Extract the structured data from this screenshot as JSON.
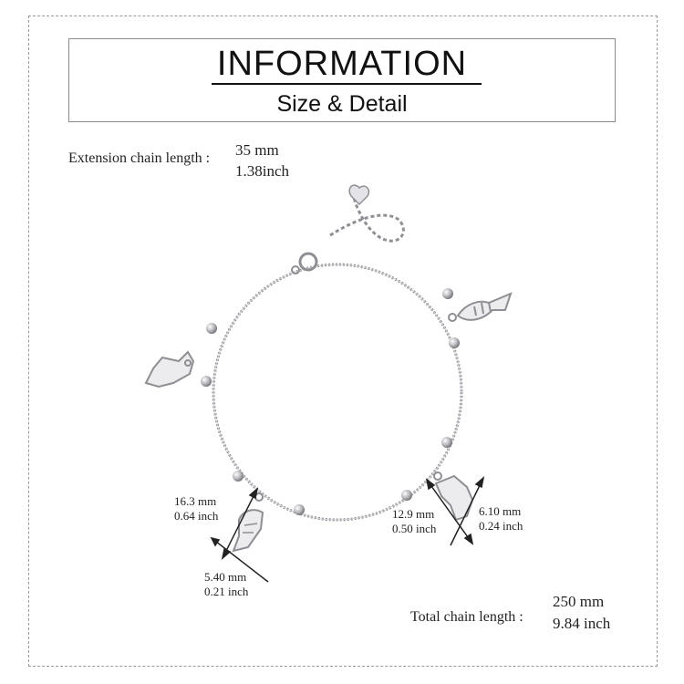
{
  "header": {
    "title": "INFORMATION",
    "subtitle": "Size & Detail"
  },
  "extension": {
    "label": "Extension chain length :",
    "mm": "35 mm",
    "inch": "1.38inch"
  },
  "fishbone_charm": {
    "length_mm": "16.3 mm",
    "length_inch": "0.64 inch",
    "width_mm": "5.40 mm",
    "width_inch": "0.21 inch"
  },
  "cat_charm": {
    "length_mm": "12.9 mm",
    "length_inch": "0.50 inch",
    "width_mm": "6.10 mm",
    "width_inch": "0.24 inch"
  },
  "total": {
    "label": "Total chain length :",
    "mm": "250 mm",
    "inch": "9.84 inch"
  },
  "colors": {
    "silver": "#c8c8cc",
    "silver_dark": "#8e8e94",
    "ink": "#222222"
  }
}
